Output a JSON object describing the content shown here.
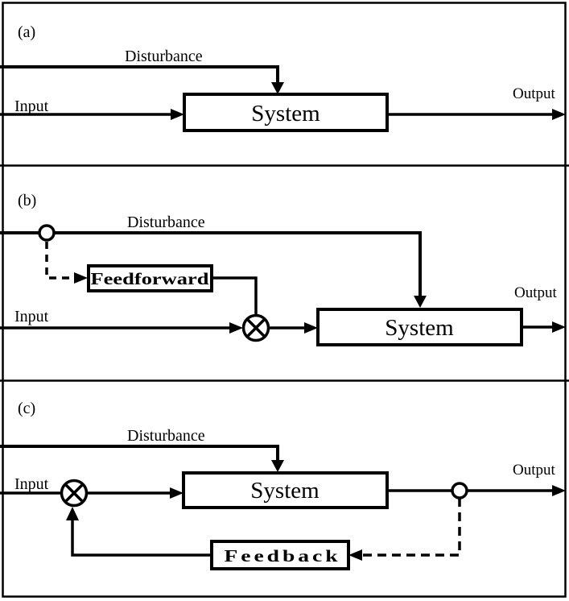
{
  "figure": {
    "ink_color": "#000000",
    "background_color": "#ffffff",
    "type": "control-system-block-diagram"
  },
  "panels": {
    "a": {
      "label": "(a)",
      "disturbance": "Disturbance",
      "input": "Input",
      "output": "Output",
      "system": "System"
    },
    "b": {
      "label": "(b)",
      "disturbance": "Disturbance",
      "input": "Input",
      "output": "Output",
      "system": "System",
      "feedforward": "Feedforward"
    },
    "c": {
      "label": "(c)",
      "disturbance": "Disturbance",
      "input": "Input",
      "output": "Output",
      "system": "System",
      "feedback": "Feedback"
    }
  }
}
